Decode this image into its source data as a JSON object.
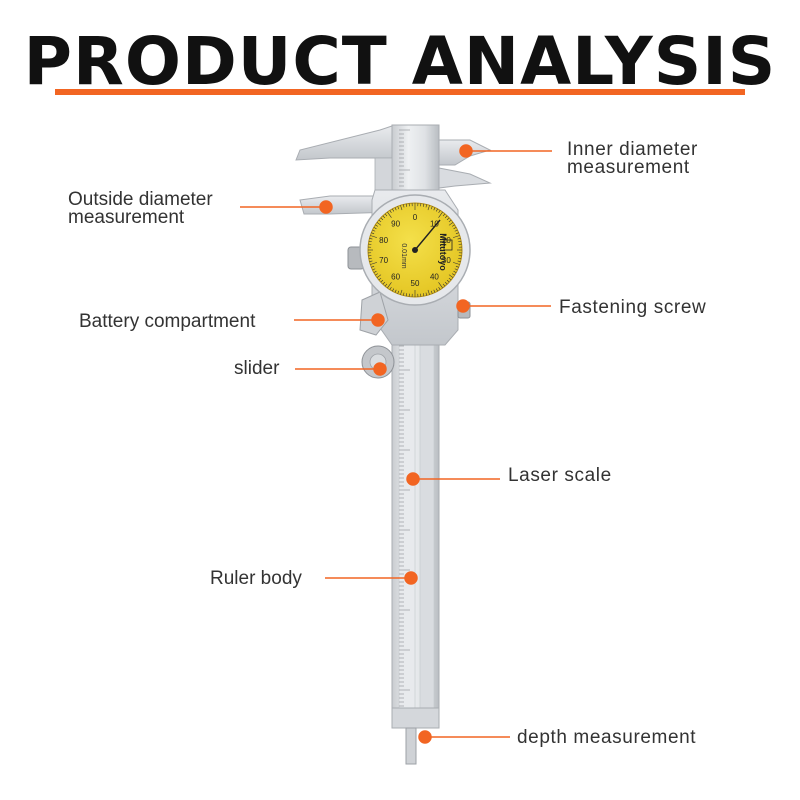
{
  "title": "PRODUCT ANALYSIS",
  "accent_color": "#f26522",
  "callouts": [
    {
      "id": "inner-diameter",
      "lines": [
        "Inner diameter",
        "measurement"
      ]
    },
    {
      "id": "outside-diameter",
      "lines": [
        "Outside diameter",
        "measurement"
      ]
    },
    {
      "id": "battery",
      "lines": [
        "Battery compartment"
      ]
    },
    {
      "id": "fastening-screw",
      "lines": [
        "Fastening screw"
      ]
    },
    {
      "id": "slider",
      "lines": [
        "slider"
      ]
    },
    {
      "id": "laser-scale",
      "lines": [
        "Laser scale"
      ]
    },
    {
      "id": "ruler-body",
      "lines": [
        "Ruler body"
      ]
    },
    {
      "id": "depth",
      "lines": [
        "depth measurement"
      ]
    }
  ],
  "dial": {
    "brand": "Mitutoyo",
    "numbers": [
      "0",
      "10",
      "20",
      "30",
      "40",
      "50",
      "60",
      "70",
      "80",
      "90"
    ],
    "resolution": "0.01mm"
  }
}
